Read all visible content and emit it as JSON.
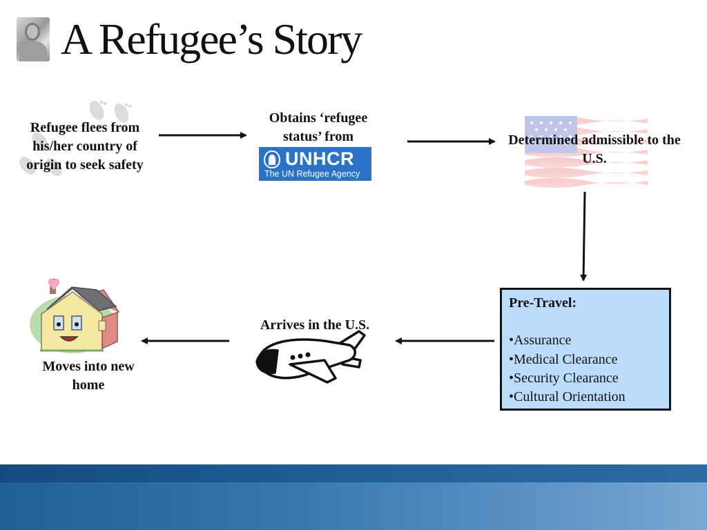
{
  "title": "A Refugee’s Story",
  "steps": {
    "flee": "Refugee flees from his/her country of origin to seek safety",
    "status": "Obtains ‘refugee status’ from",
    "admissible": "Determined admissible to the U.S.",
    "arrives": "Arrives in the U.S.",
    "home": "Moves into new home"
  },
  "unhcr": {
    "name": "UNHCR",
    "tagline": "The UN Refugee Agency"
  },
  "pretravel": {
    "heading": "Pre-Travel:",
    "items": [
      "Assurance",
      "Medical Clearance",
      "Security Clearance",
      "Cultural Orientation"
    ]
  },
  "icons": [
    "portrait-photo",
    "footprints-icon",
    "unhcr-logo",
    "us-flag-icon",
    "airplane-icon",
    "house-icon"
  ],
  "colors": {
    "pretravel_fill": "#bcdcfc",
    "unhcr_blue": "#2a73c6",
    "footer_blue": "#1f5f9a"
  }
}
